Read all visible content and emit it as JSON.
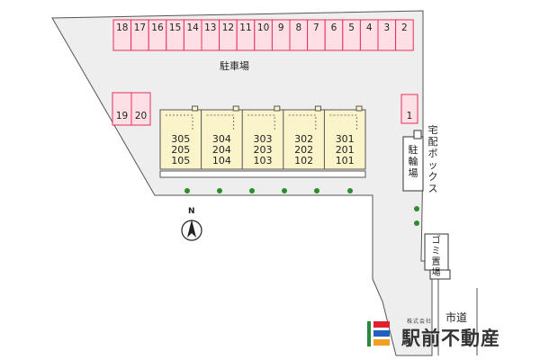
{
  "parking": {
    "label": "駐車場",
    "top_row": [
      "18",
      "17",
      "16",
      "15",
      "14",
      "13",
      "12",
      "11",
      "10",
      "9",
      "8",
      "7",
      "6",
      "5",
      "4",
      "3",
      "2"
    ],
    "left_pair": [
      "19",
      "20"
    ],
    "right_single": [
      "1"
    ]
  },
  "units": [
    {
      "top": "305",
      "mid": "205",
      "bot": "105"
    },
    {
      "top": "304",
      "mid": "204",
      "bot": "104"
    },
    {
      "top": "303",
      "mid": "203",
      "bot": "103"
    },
    {
      "top": "302",
      "mid": "202",
      "bot": "102"
    },
    {
      "top": "301",
      "mid": "201",
      "bot": "101"
    }
  ],
  "bike_parking": "駐輪場",
  "delivery_box": "宅配ボックス",
  "garbage": "ゴミ置場",
  "road": "市道",
  "north": "N",
  "company": {
    "corp": "株式会社",
    "name": "駅前不動産"
  },
  "colors": {
    "parking_stroke": "#e0305a",
    "parking_fill": "#ffdfe6",
    "building_fill": "#fbf3c9",
    "lot_fill": "#eeeeee",
    "tree": "#2e8b2e"
  }
}
